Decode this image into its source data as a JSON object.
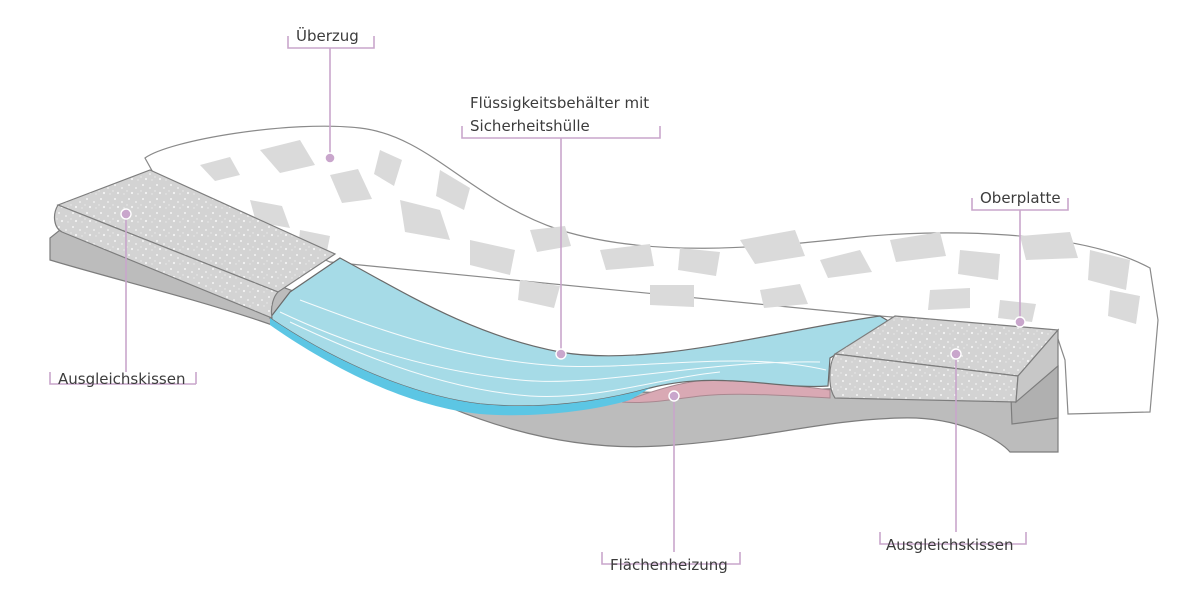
{
  "labels": {
    "ueberzug": "Überzug",
    "fluessigkeit_line1": "Flüssigkeitsbehälter mit",
    "fluessigkeit_line2": "Sicherheitshülle",
    "oberplatte": "Oberplatte",
    "ausgleich_left": "Ausgleichskissen",
    "ausgleich_right": "Ausgleichskissen",
    "flaechenheizung": "Flächenheizung"
  },
  "colors": {
    "accent": "#c9a6cc",
    "water": "#a6dbe7",
    "water_dark": "#5cc6e4",
    "foam": "#d2d2d2",
    "base": "#b9b9b9",
    "heating": "#d9a9b4",
    "cover": "#ffffff"
  }
}
